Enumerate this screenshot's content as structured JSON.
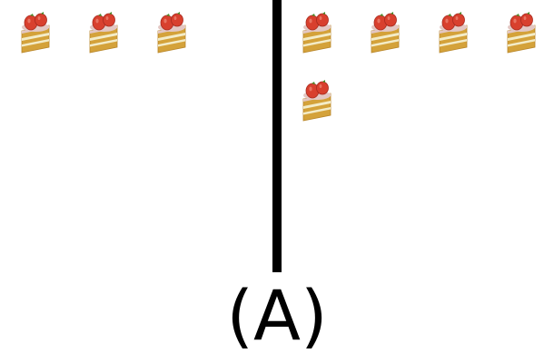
{
  "option_label": "(A)",
  "icon": "strawberry-cake-slice-icon",
  "groups": [
    {
      "name": "left-group",
      "count": 3
    },
    {
      "name": "right-group",
      "count": 5
    }
  ],
  "colors": {
    "divider": "#000000",
    "sponge": "#d4a23a",
    "sponge_dark": "#b8862a",
    "cream": "#f3ecc8",
    "frosting": "#e3c7c3",
    "strawberry": "#d8402e",
    "strawberry_dark": "#a82a1e",
    "leaf": "#4a8a2a"
  }
}
